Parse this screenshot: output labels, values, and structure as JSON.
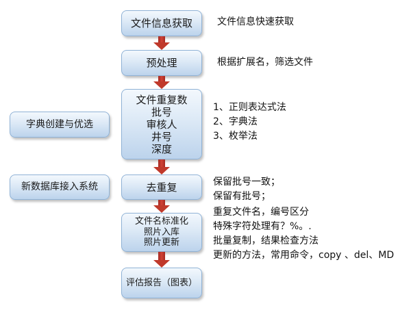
{
  "flow": {
    "step1": "文件信息获取",
    "step2": "预处理",
    "step3": [
      "文件重复数",
      "批号",
      "审核人",
      "井号",
      "深度"
    ],
    "step4": "去重复",
    "step5": [
      "文件名标准化",
      "照片入库",
      "照片更新"
    ],
    "step6": "评估报告（图表）"
  },
  "side": {
    "dict": "字典创建与优选",
    "newdb": "新数据库接入系统"
  },
  "notes": {
    "n1": "文件信息快速获取",
    "n2": "根据扩展名，筛选文件",
    "n3": [
      "1、正则表达式法",
      "2、字典法",
      "3、枚举法"
    ],
    "n4": [
      "保留批号一致；",
      "保留有批号；"
    ],
    "n5": [
      "重复文件名，编号区分",
      "特殊字符处理有？%。.",
      "批量复制，结果检查方法",
      "更新的方法，常用命令，copy 、del、MD"
    ]
  },
  "colors": {
    "arrow": "#c0392b",
    "box_border": "#8fb2d6"
  }
}
